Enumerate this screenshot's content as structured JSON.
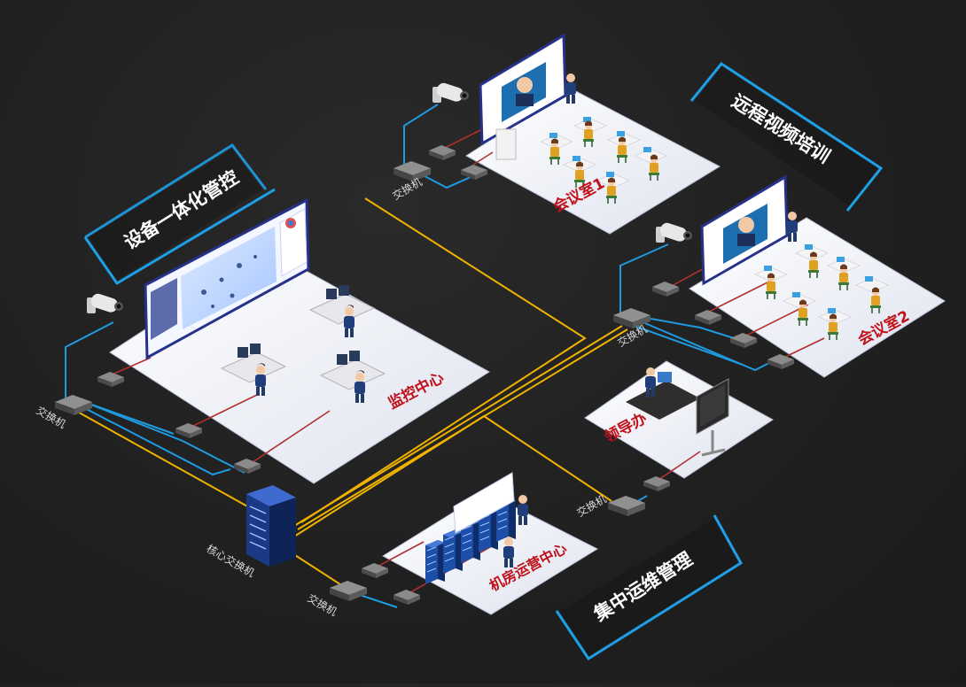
{
  "banners": {
    "equipment": "设备一体化管控",
    "training": "远程视频培训",
    "ops": "集中运维管理"
  },
  "rooms": {
    "monitor": "监控中心",
    "meeting1": "会议室1",
    "meeting2": "会议室2",
    "leader": "领导办",
    "machine_room": "机房运营中心"
  },
  "switches": {
    "sw_meeting1": "交换机",
    "sw_meeting2": "交换机",
    "sw_monitor": "交换机",
    "sw_leader": "交换机",
    "sw_machine": "交换机",
    "core": "核心交换机"
  },
  "colors": {
    "background": "#1e1e1e",
    "trunk_line": "#f0b400",
    "access_line": "#1e9be0",
    "video_line": "#b03030",
    "room_label": "#c0111a",
    "banner_frame": "#1ea0e8",
    "platform": "#eef0f8"
  },
  "icons": [
    "camera-icon",
    "switch-icon",
    "core-switch-icon",
    "display-wall-icon",
    "operator-icon",
    "server-rack-icon",
    "tv-stand-icon",
    "teacher-icon"
  ]
}
